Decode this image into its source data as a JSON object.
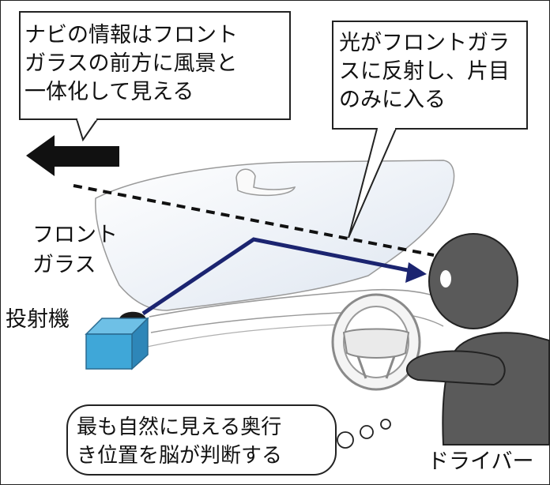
{
  "callouts": {
    "navi_info": {
      "line1": "ナビの情報はフロント",
      "line2": "ガラスの前方に風景と",
      "line3": "一体化して見える"
    },
    "reflection": {
      "line1": "光がフロントガラ",
      "line2": "スに反射し、片目",
      "line3": "のみに入る"
    }
  },
  "labels": {
    "windshield_line1": "フロント",
    "windshield_line2": "ガラス",
    "projector": "投射機",
    "driver": "ドライバー"
  },
  "thought": {
    "line1": "最も自然に見える奥行",
    "line2": "き位置を脳が判断する"
  },
  "colors": {
    "light_beam": "#1b2470",
    "projector_box": "#3fa7d8",
    "driver_silhouette": "#5a5a5a",
    "windshield_fill": "#e8eef6"
  }
}
